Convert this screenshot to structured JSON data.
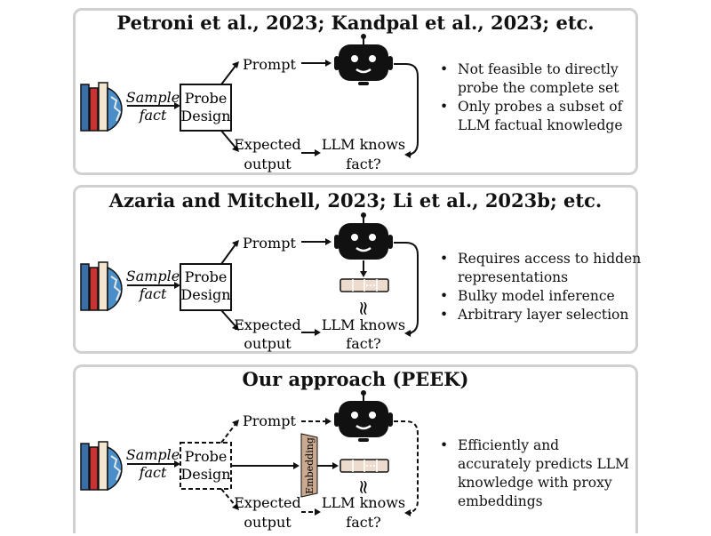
{
  "panels": [
    {
      "title": "Petroni et al., 2023; Kandpal et al., 2023; etc.",
      "sample": [
        "Sample",
        "fact"
      ],
      "probe": [
        "Probe",
        "Design"
      ],
      "prompt": "Prompt",
      "expected": [
        "Expected",
        "output"
      ],
      "knows": [
        "LLM knows",
        "fact?"
      ],
      "bullets": [
        "Not feasible to directly probe the complete set",
        "Only probes a subset of LLM factual knowledge"
      ]
    },
    {
      "title": "Azaria and Mitchell, 2023; Li et al., 2023b; etc.",
      "sample": [
        "Sample",
        "fact"
      ],
      "probe": [
        "Probe",
        "Design"
      ],
      "prompt": "Prompt",
      "expected": [
        "Expected",
        "output"
      ],
      "knows": [
        "LLM knows",
        "fact?"
      ],
      "approx": "≈",
      "bullets": [
        "Requires access to hidden representations",
        "Bulky model inference",
        "Arbitrary layer selection"
      ]
    },
    {
      "title": "Our approach (PEEK)",
      "sample": [
        "Sample",
        "fact"
      ],
      "probe": [
        "Probe",
        "Design"
      ],
      "prompt": "Prompt",
      "expected": [
        "Expected",
        "output"
      ],
      "knows": [
        "LLM knows",
        "fact?"
      ],
      "embedding": "Embedding",
      "approx": "≈",
      "bullets": [
        "Efficiently and accurately predicts LLM knowledge with proxy embeddings"
      ]
    }
  ],
  "colors": {
    "border": "#d0d0d0",
    "embedding": "#c9a98f",
    "vector": "#eddccd",
    "book_red": "#c83232",
    "book_blue": "#3a6ea8",
    "globe": "#4a8ec9"
  }
}
